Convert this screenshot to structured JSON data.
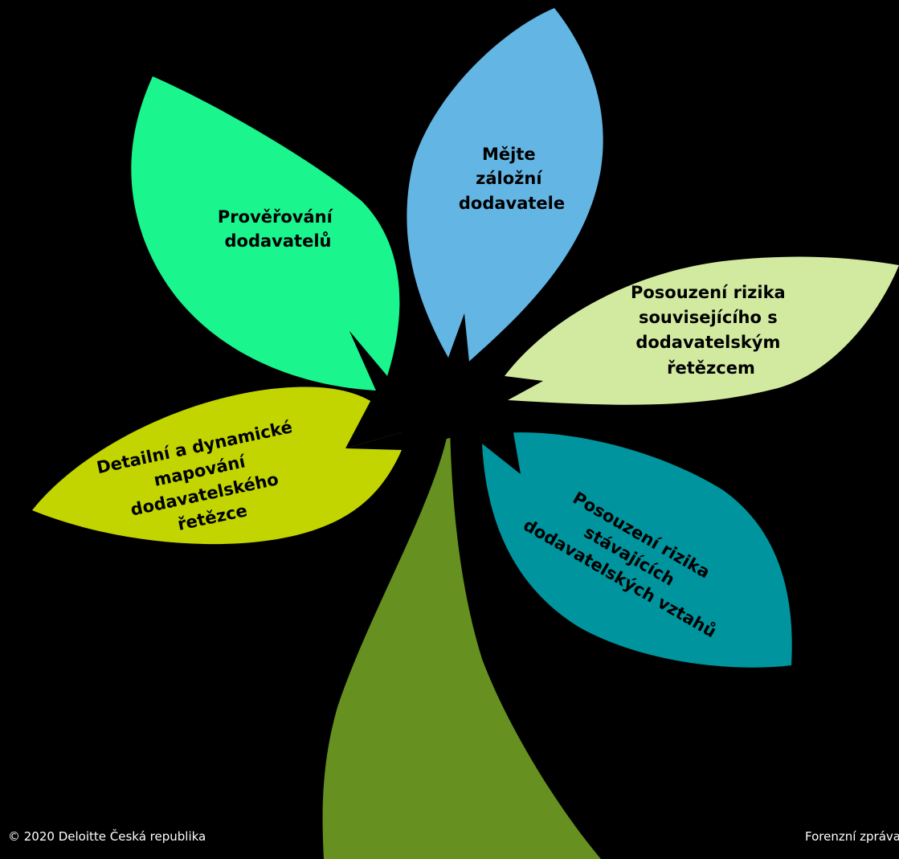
{
  "leaves": {
    "proverovani": {
      "line1": "Prověřování",
      "line2": "dodavatelů",
      "color": "#1BF58E"
    },
    "zalozni": {
      "line1": "Mějte",
      "line2": "záložní",
      "line3": "dodavatele",
      "color": "#63B5E4"
    },
    "posouzeni_rizika": {
      "line1": "Posouzení rizika",
      "line2": "souvisejícího s",
      "line3": "dodavatelským",
      "line4": "řetězcem",
      "color": "#D2EAA0"
    },
    "stavajici": {
      "line1": "Posouzení rizika",
      "line2": "stávajících",
      "line3": "dodavatelských vztahů",
      "color": "#00949E"
    },
    "mapovani": {
      "line1": "Detailní a dynamické",
      "line2": "mapování",
      "line3": "dodavatelského",
      "line4": "řetězce",
      "color": "#C2D500"
    }
  },
  "stem_color": "#66901F",
  "footer": {
    "left": "© 2020 Deloitte Česká republika",
    "right": "Forenzní zpráva"
  }
}
